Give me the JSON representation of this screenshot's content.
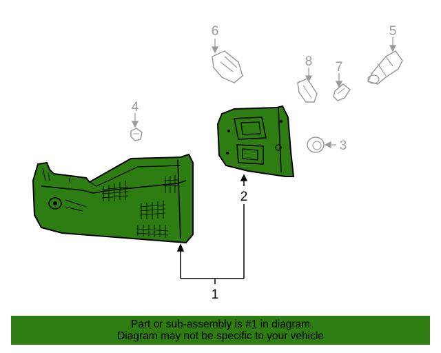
{
  "callouts": {
    "c1": "1",
    "c2": "2",
    "c3": "3",
    "c4": "4",
    "c5": "5",
    "c6": "6",
    "c7": "7",
    "c8": "8"
  },
  "colors": {
    "highlight": "#2e7d12",
    "line": "#000000",
    "faded": "#9a9a9a"
  },
  "banner": {
    "line1": "Part or sub-assembly is #1 in diagram",
    "line2": "Diagram may not be specific to your vehicle"
  }
}
